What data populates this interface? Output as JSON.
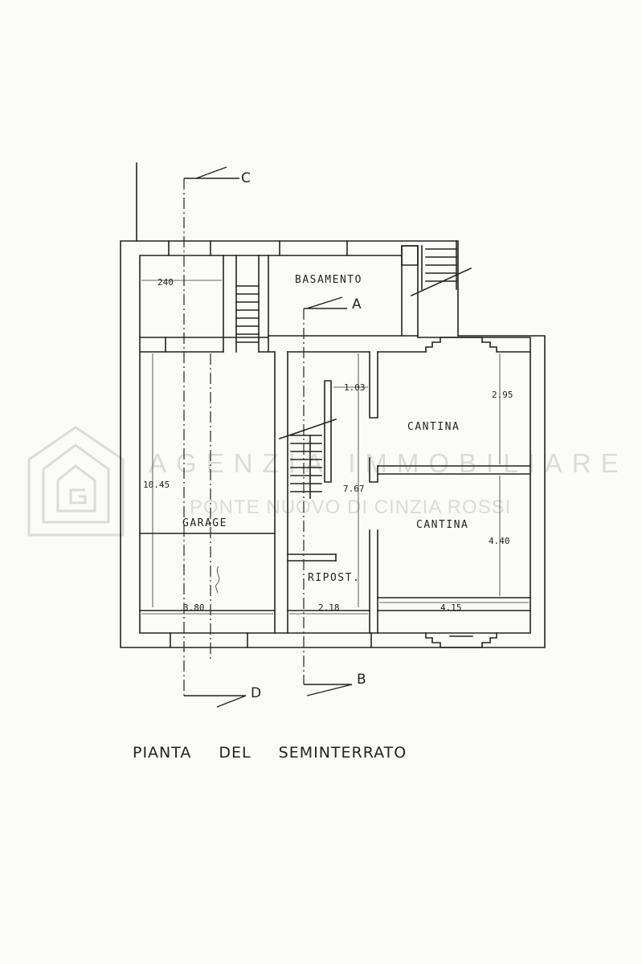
{
  "plan": {
    "title_words": [
      "PIANTA",
      "DEL",
      "SEMINTERRATO"
    ],
    "rooms": {
      "basamento": "BASAMENTO",
      "cantina_top": "CANTINA",
      "cantina_bottom": "CANTINA",
      "garage": "GARAGE",
      "ripost": "RIPOST."
    },
    "dimensions": {
      "d240": "240",
      "d1045": "10.45",
      "d380": "3.80",
      "d103": "1.03",
      "d767": "7.67",
      "d218": "2.18",
      "d295": "2.95",
      "d440": "4.40",
      "d415": "4.15"
    },
    "sections": {
      "a": "A",
      "b": "B",
      "c": "C",
      "d": "D"
    }
  },
  "watermark": {
    "line1": "AGENZIA IMMOBILIARE",
    "line2": "PONTE NUOVO DI CINZIA ROSSI"
  },
  "colors": {
    "ink": "#222222",
    "paper": "#fbfbf9",
    "watermark": "#a0a0a0"
  }
}
